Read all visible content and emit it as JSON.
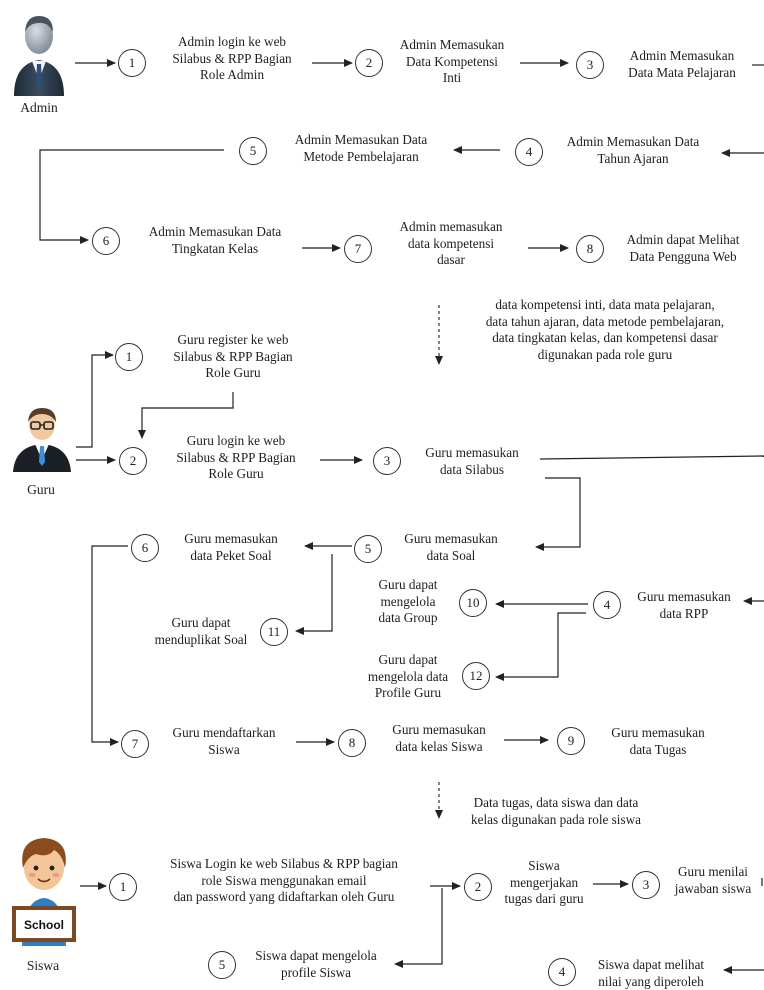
{
  "roles": {
    "admin": "Admin",
    "guru": "Guru",
    "siswa": "Siswa"
  },
  "school_sign": "School",
  "admin_steps": {
    "s1": "Admin login ke web\nSilabus & RPP Bagian\nRole Admin",
    "s2": "Admin Memasukan\nData Kompetensi\nInti",
    "s3": "Admin Memasukan\nData Mata Pelajaran",
    "s4": "Admin Memasukan Data\nTahun Ajaran",
    "s5": "Admin Memasukan Data\nMetode Pembelajaran",
    "s6": "Admin Memasukan Data\nTingkatan Kelas",
    "s7": "Admin memasukan\ndata kompetensi\ndasar",
    "s8": "Admin dapat Melihat\nData Pengguna Web"
  },
  "note_admin_guru": "data kompetensi inti,  data mata pelajaran,\ndata tahun ajaran, data metode pembelajaran,\ndata tingkatan kelas, dan kompetensi dasar\ndigunakan pada role guru",
  "guru_steps": {
    "s1": "Guru register ke web\nSilabus & RPP Bagian\nRole Guru",
    "s2": "Guru login ke web\nSilabus & RPP Bagian\nRole Guru",
    "s3": "Guru memasukan\ndata Silabus",
    "s4": "Guru memasukan\ndata RPP",
    "s5": "Guru memasukan\ndata Soal",
    "s6": "Guru memasukan\ndata Peket Soal",
    "s7": "Guru mendaftarkan\nSiswa",
    "s8": "Guru memasukan\ndata kelas Siswa",
    "s9": "Guru memasukan\ndata Tugas",
    "s10": "Guru dapat\nmengelola\ndata Group",
    "s11": "Guru dapat\nmenduplikat Soal",
    "s12": "Guru dapat\nmengelola data\nProfile Guru"
  },
  "note_guru_siswa": "Data tugas, data siswa dan data\nkelas digunakan pada role siswa",
  "siswa_steps": {
    "s1": "Siswa Login ke web Silabus & RPP bagian\nrole Siswa menggunakan email\ndan password yang didaftarkan oleh Guru",
    "s2": "Siswa\nmengerjakan\ntugas dari guru",
    "s3": "Guru menilai\njawaban siswa",
    "s4": "Siswa dapat melihat\nnilai yang diperoleh",
    "s5": "Siswa dapat mengelola\nprofile Siswa"
  },
  "numbers": [
    "1",
    "2",
    "3",
    "4",
    "5",
    "6",
    "7",
    "8",
    "9",
    "10",
    "11",
    "12"
  ]
}
